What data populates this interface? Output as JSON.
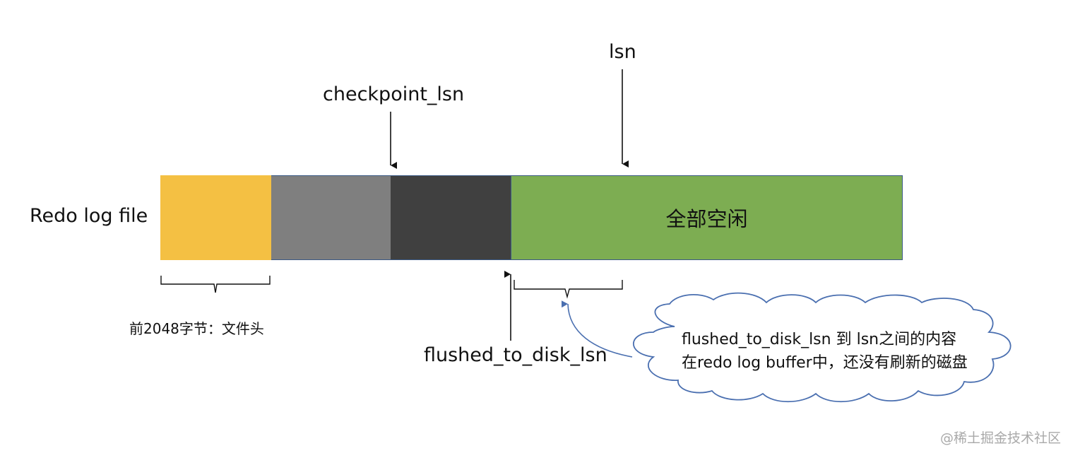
{
  "row_label": "Redo log file",
  "free_segment_label": "全部空闲",
  "markers": {
    "lsn": "lsn",
    "checkpoint": "checkpoint_lsn",
    "flushed": "flushed_to_disk_lsn"
  },
  "header_note": "前2048字节：文件头",
  "callout": {
    "line1": "flushed_to_disk_lsn 到 lsn之间的内容",
    "line2": "在redo log buffer中，还没有刷新的磁盘"
  },
  "watermark": "@稀土掘金技术社区",
  "colors": {
    "header": "#f4c043",
    "checkpointed": "#7f7f7f",
    "flushed": "#404040",
    "free": "#7dad52",
    "border": "#3c5a86",
    "callout_stroke": "#4a6fb0"
  }
}
